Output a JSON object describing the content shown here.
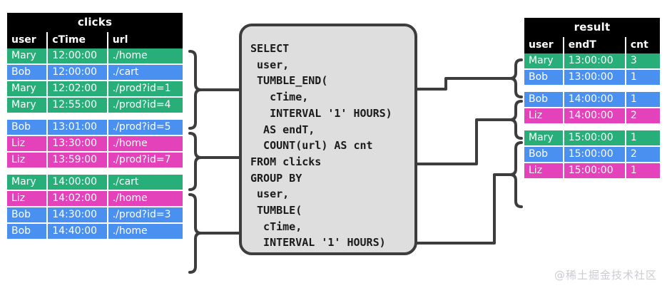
{
  "clicks": {
    "title": "clicks",
    "columns": [
      "user",
      "cTime",
      "url"
    ],
    "groups": [
      {
        "rows": [
          {
            "user": "Mary",
            "cTime": "12:00:00",
            "url": "./home",
            "color": "u-mary"
          },
          {
            "user": "Bob",
            "cTime": "12:00:00",
            "url": "./cart",
            "color": "u-bob"
          },
          {
            "user": "Mary",
            "cTime": "12:02:00",
            "url": "./prod?id=1",
            "color": "u-mary"
          },
          {
            "user": "Mary",
            "cTime": "12:55:00",
            "url": "./prod?id=4",
            "color": "u-mary"
          }
        ]
      },
      {
        "rows": [
          {
            "user": "Bob",
            "cTime": "13:01:00",
            "url": "./prod?id=5",
            "color": "u-bob"
          },
          {
            "user": "Liz",
            "cTime": "13:30:00",
            "url": "./home",
            "color": "u-liz"
          },
          {
            "user": "Liz",
            "cTime": "13:59:00",
            "url": "./prod?id=7",
            "color": "u-liz"
          }
        ]
      },
      {
        "rows": [
          {
            "user": "Mary",
            "cTime": "14:00:00",
            "url": "./cart",
            "color": "u-mary"
          },
          {
            "user": "Liz",
            "cTime": "14:02:00",
            "url": "./home",
            "color": "u-liz"
          },
          {
            "user": "Bob",
            "cTime": "14:30:00",
            "url": "./prod?id=3",
            "color": "u-bob"
          },
          {
            "user": "Bob",
            "cTime": "14:40:00",
            "url": "./home",
            "color": "u-bob"
          }
        ]
      }
    ]
  },
  "query": {
    "sql": "SELECT\n user,\n TUMBLE_END(\n   cTime,\n   INTERVAL '1' HOURS)\n  AS endT,\n  COUNT(url) AS cnt\nFROM clicks\nGROUP BY\n user,\n TUMBLE(\n  cTime,\n  INTERVAL '1' HOURS)"
  },
  "result": {
    "title": "result",
    "columns": [
      "user",
      "endT",
      "cnt"
    ],
    "groups": [
      {
        "rows": [
          {
            "user": "Mary",
            "endT": "13:00:00",
            "cnt": "3",
            "color": "u-mary"
          },
          {
            "user": "Bob",
            "endT": "13:00:00",
            "cnt": "1",
            "color": "u-bob"
          }
        ]
      },
      {
        "rows": [
          {
            "user": "Bob",
            "endT": "14:00:00",
            "cnt": "1",
            "color": "u-bob"
          },
          {
            "user": "Liz",
            "endT": "14:00:00",
            "cnt": "2",
            "color": "u-liz"
          }
        ]
      },
      {
        "rows": [
          {
            "user": "Mary",
            "endT": "15:00:00",
            "cnt": "1",
            "color": "u-mary"
          },
          {
            "user": "Bob",
            "endT": "15:00:00",
            "cnt": "2",
            "color": "u-bob"
          },
          {
            "user": "Liz",
            "endT": "15:00:00",
            "cnt": "1",
            "color": "u-liz"
          }
        ]
      }
    ]
  },
  "watermark": {
    "text": "@稀土掘金技术社区"
  },
  "colors": {
    "mary": "#27ae79",
    "bob": "#4a90f0",
    "liz": "#e342bb",
    "header": "#000000",
    "sql_fill": "#dedede",
    "sql_stroke": "#3d3d3d",
    "connector": "#3d3d3d"
  }
}
